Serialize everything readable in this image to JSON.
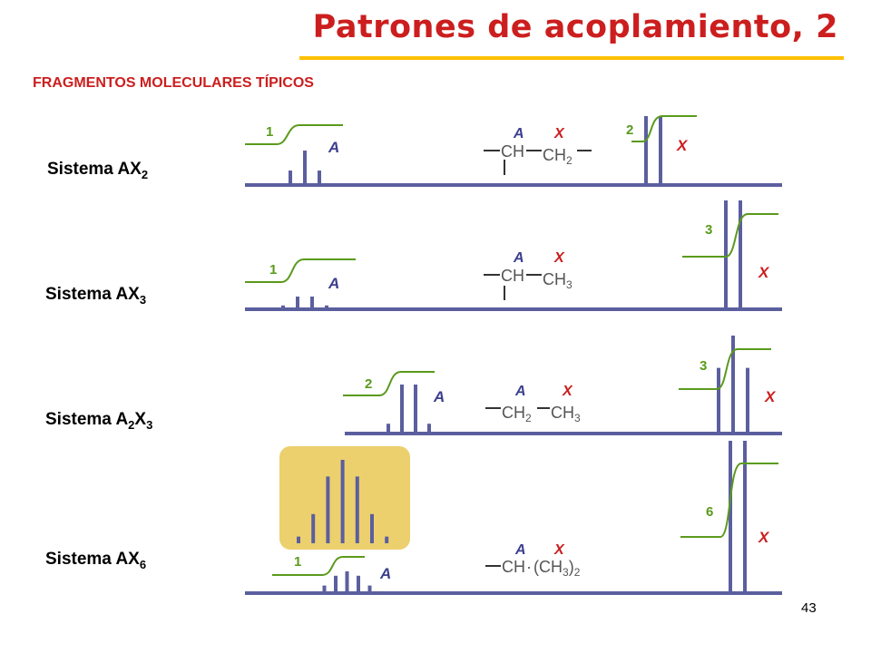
{
  "title": "Patrones de acoplamiento, 2",
  "subtitle": "FRAGMENTOS MOLECULARES TÍPICOS",
  "page_number": "43",
  "systems": [
    {
      "label": "Sistema AX",
      "label_sub": "2",
      "label_mid": "",
      "label_mid_sub": "",
      "a_letter": "A",
      "x_letter": "X",
      "a_integral": "1",
      "x_integral": "2",
      "molecule": {
        "a_label": "A",
        "x_label": "X",
        "group1": "CH",
        "group1_sub": "",
        "group2": "CH",
        "group2_sub": "2",
        "sep": ""
      }
    },
    {
      "label": "Sistema AX",
      "label_sub": "3",
      "label_mid": "",
      "label_mid_sub": "",
      "a_letter": "A",
      "x_letter": "X",
      "a_integral": "1",
      "x_integral": "3",
      "molecule": {
        "a_label": "A",
        "x_label": "X",
        "group1": "CH",
        "group1_sub": "",
        "group2": "CH",
        "group2_sub": "3",
        "sep": ""
      }
    },
    {
      "label": "Sistema A",
      "label_sub": "3",
      "label_mid": "X",
      "label_mid_sub": "2",
      "a_letter": "A",
      "x_letter": "X",
      "a_integral": "2",
      "x_integral": "3",
      "molecule": {
        "a_label": "A",
        "x_label": "X",
        "group1": "CH",
        "group1_sub": "2",
        "group2": "CH",
        "group2_sub": "3",
        "sep": ""
      }
    },
    {
      "label": "Sistema AX",
      "label_sub": "6",
      "label_mid": "",
      "label_mid_sub": "",
      "a_letter": "A",
      "x_letter": "X",
      "a_integral": "1",
      "x_integral": "6",
      "molecule": {
        "a_label": "A",
        "x_label": "X",
        "group1": "CH",
        "group1_sub": "",
        "group2": "(CH",
        "group2_sub": "3",
        "group2_tail": ")",
        "group2_tail_sub": "2",
        "sep": "·"
      }
    }
  ],
  "spectra": [
    {
      "a_peaks": [
        0.42,
        1.0,
        0.42
      ],
      "x_peaks": [
        1.0,
        1.0
      ]
    },
    {
      "a_peaks": [
        0.15,
        0.5,
        0.5,
        0.15
      ],
      "x_peaks": [
        1.0,
        1.0
      ]
    },
    {
      "a_peaks": [
        0.2,
        1.0,
        1.0,
        0.2
      ],
      "x_peaks": [
        0.67,
        1.0,
        0.67
      ]
    },
    {
      "a_peaks": [
        0.08,
        0.35,
        0.8,
        1.0,
        0.8,
        0.35,
        0.08
      ],
      "x_peaks": [
        1.0,
        1.0
      ]
    }
  ],
  "colors": {
    "title": "#cc1e1e",
    "title_bar": "#ffc000",
    "spectrum": "#5b5f9e",
    "integral": "#5a9a1c",
    "letter_a": "#3b3f8e",
    "letter_x": "#cc1e1e",
    "inset": "#ecd06e"
  }
}
